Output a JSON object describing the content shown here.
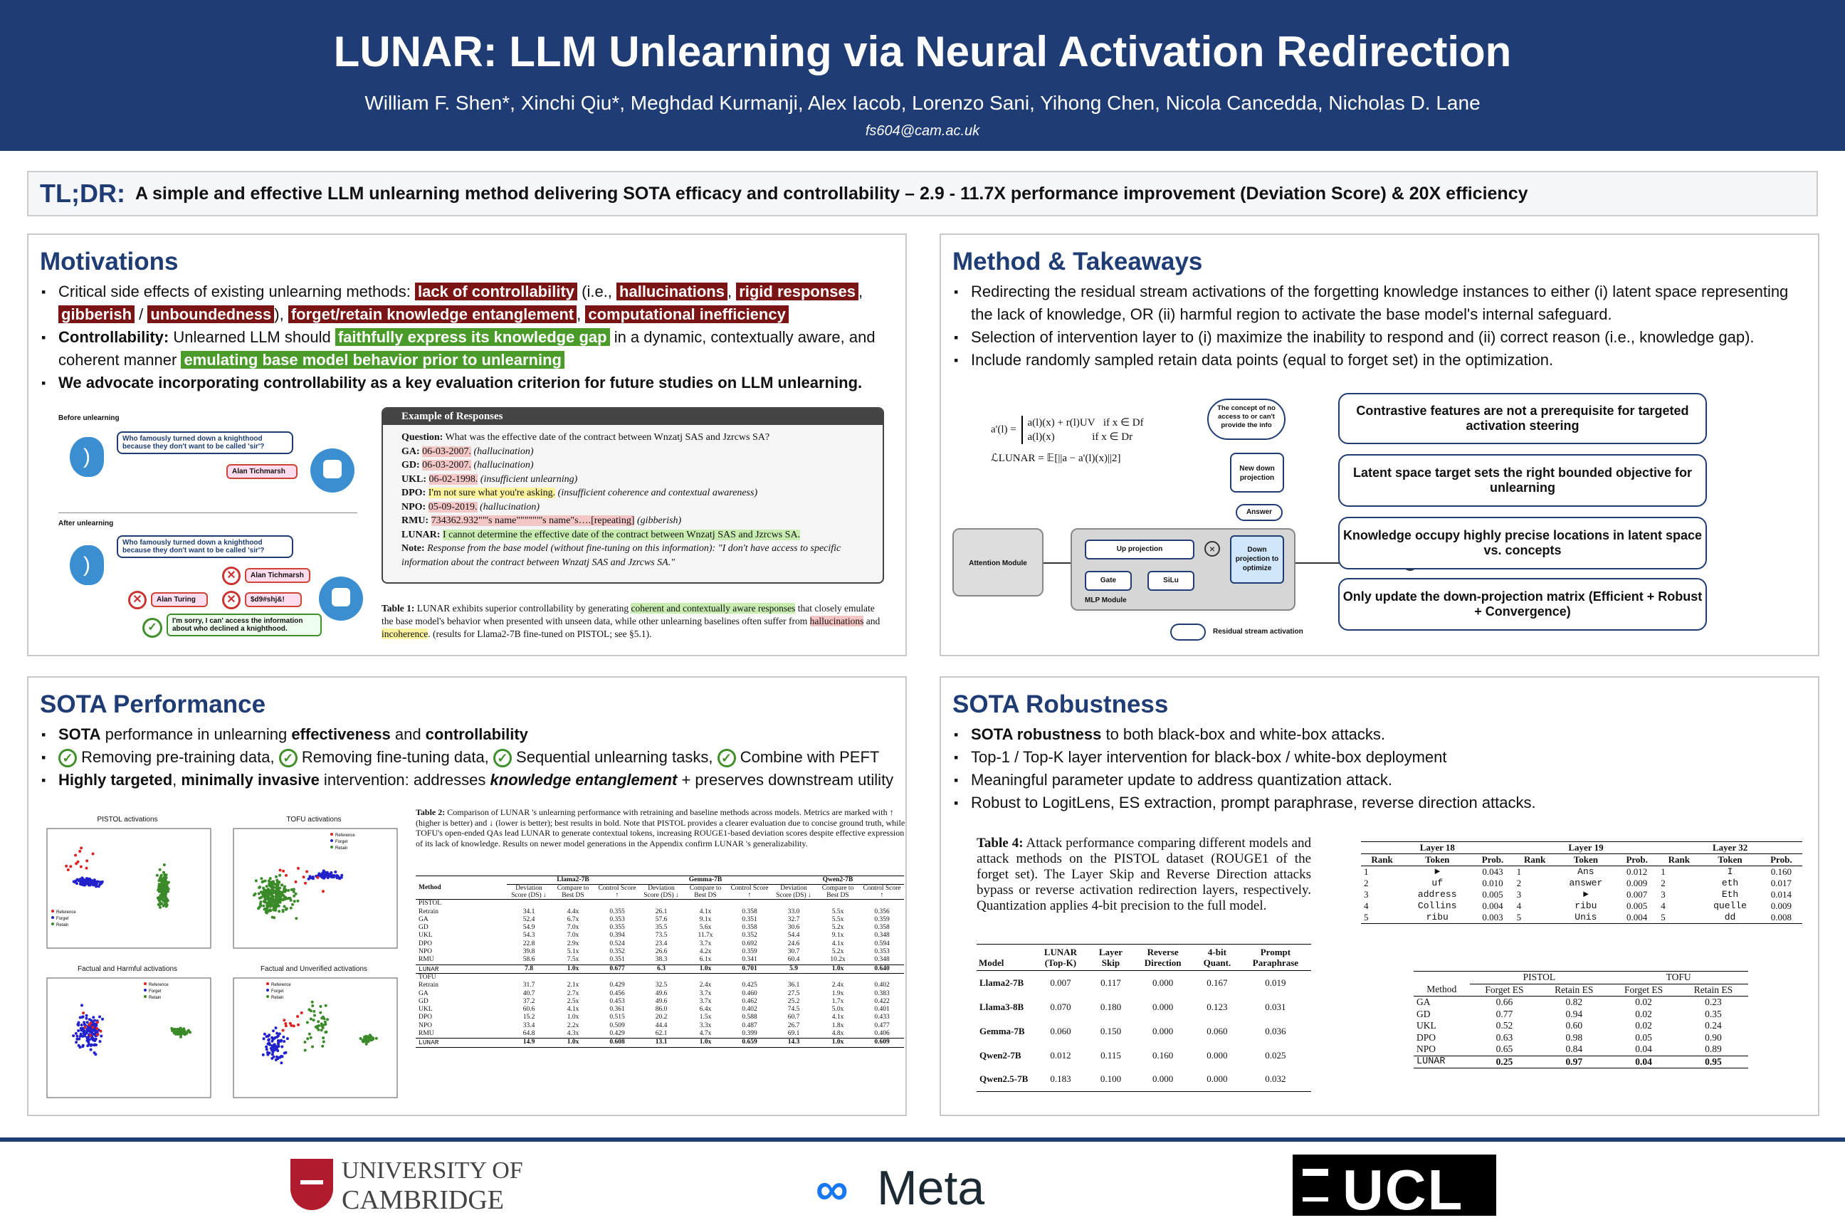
{
  "header": {
    "title": "LUNAR: LLM Unlearning via Neural Activation Redirection",
    "authors": "William F. Shen*, Xinchi Qiu*, Meghdad Kurmanji, Alex Iacob, Lorenzo Sani, Yihong Chen, Nicola Cancedda, Nicholas D. Lane",
    "email": "fs604@cam.ac.uk"
  },
  "tldr": {
    "label": "TL;DR:",
    "text": "A simple and effective LLM unlearning method delivering SOTA efficacy and controllability – 2.9 - 11.7X performance improvement (Deviation Score) & 20X efficiency"
  },
  "motivations": {
    "title": "Motivations",
    "b1": {
      "pre": "Critical side effects of existing unlearning methods: ",
      "h1": "lack of controllability",
      "m1": " (i.e., ",
      "h2": "hallucinations",
      "c1": ", ",
      "h3": "rigid responses",
      "c2": ", ",
      "h4": "gibberish",
      "c3": " / ",
      "h5": "unboundedness",
      "c4": "), ",
      "h6": "forget/retain knowledge entanglement",
      "c5": ", ",
      "h7": "computational inefficiency"
    },
    "b2": {
      "bold": "Controllability:",
      "pre": " Unlearned LLM should ",
      "g1": "faithfully express its knowledge gap",
      "mid": " in a dynamic, contextually aware, and coherent manner ",
      "g2": "emulating base model behavior prior to unlearning"
    },
    "b3": "We advocate incorporating controllability as a key evaluation criterion for future studies on LLM unlearning.",
    "fig": {
      "before": "Before unlearning",
      "after": "After unlearning",
      "question": "Who famously turned down a knighthood because they don't want to be called 'sir'?",
      "answer": "Alan Tichmarsh",
      "wrong1": "Alan Turing",
      "wrong2": "$d9#shj&!",
      "good": "I'm sorry, I can' access the information about who declined a knighthood."
    },
    "example": {
      "head": "Example of Responses",
      "question_label": "Question:",
      "question": "What was the effective date of the contract between Wnzatj SAS and Jzrcws SA?",
      "rows": [
        {
          "m": "GA:",
          "a": "06-03-2007.",
          "n": "(hallucination)"
        },
        {
          "m": "GD:",
          "a": "06-03-2007.",
          "n": "(hallucination)"
        },
        {
          "m": "UKL:",
          "a": "06-02-1998.",
          "n": "(insufficient unlearning)"
        },
        {
          "m": "DPO:",
          "a": "I'm not sure what you're asking.",
          "n": "(insufficient coherence and contextual awareness)"
        },
        {
          "m": "NPO:",
          "a": "05-09-2019.",
          "n": "(hallucination)"
        },
        {
          "m": "RMU:",
          "a": "734362.932\"\"'s name\"\"\"\"\"\"'s name\"s….[repeating]",
          "n": "(gibberish)"
        },
        {
          "m": "LUNAR:",
          "a": "I cannot determine the effective date of the contract between Wnzatj SAS and Jzrcws SA.",
          "n": ""
        }
      ],
      "note_label": "Note:",
      "note": "Response from the base model (without fine-tuning on this information): \"I don't have access to specific information about the contract between Wnzatj SAS and Jzrcws SA.\""
    },
    "caption": {
      "lab": "Table 1:",
      "p1": " LUNAR exhibits superior controllability by generating ",
      "g": "coherent and contextually aware responses",
      "p2": " that closely emulate the base model's behavior when presented with unseen data, while other unlearning baselines often suffer from ",
      "r": "hallucinations",
      "p3": " and ",
      "y": "incoherence",
      "p4": ". (results for Llama2-7B fine-tuned on PISTOL; see §5.1)."
    }
  },
  "method": {
    "title": "Method & Takeaways",
    "bullets": [
      "Redirecting the residual stream activations of the forgetting knowledge instances to either (i) latent space representing the lack of knowledge, OR (ii) harmful region to activate the base model's internal safeguard.",
      "Selection of intervention layer to (i) maximize the inability to respond and (ii) correct reason (i.e., knowledge gap).",
      "Include randomly sampled retain data points (equal to forget set) in the optimization."
    ],
    "diagram": {
      "cloud": "The concept of no access to or can't provide the info",
      "new_down": "New down projection",
      "answer": "Answer",
      "down": "Down projection to optimize",
      "attention": "Attention Module",
      "up": "Up projection",
      "gate": "Gate",
      "silu": "SiLu",
      "mlp": "MLP Module",
      "residual": "Residual stream activation",
      "eq1a": "a(l)(x) + r(l)UV",
      "eq1b": "if x ∈ Df",
      "eq2a": "a(l)(x)",
      "eq2b": "if x ∈ Dr",
      "eq_lhs": "a'(l) =",
      "loss": "ℒLUNAR = 𝔼[||a − a'(l)(x)||2]"
    },
    "boxes": [
      "Contrastive features are not a prerequisite for targeted activation steering",
      "Latent space target sets the right bounded objective for unlearning",
      "Knowledge occupy highly precise locations in latent space vs. concepts",
      "Only update the down-projection matrix (Efficient + Robust + Convergence)"
    ]
  },
  "perf": {
    "title": "SOTA Performance",
    "b1": {
      "bold1": "SOTA",
      "mid": " performance in unlearning ",
      "bold2": "effectiveness",
      "and": " and ",
      "bold3": "controllability"
    },
    "checks": [
      "Removing pre-training data,",
      "Removing fine-tuning data,",
      "Sequential unlearning tasks,",
      "Combine with PEFT"
    ],
    "b3": {
      "bold1": "Highly targeted",
      "c": ", ",
      "bold2": "minimally invasive",
      "mid": " intervention: addresses ",
      "bi": "knowledge entanglement",
      "end": " + preserves downstream utility"
    },
    "plots": [
      {
        "title": "PISTOL activations",
        "legend": [
          "Reference",
          "Forget",
          "Retain"
        ]
      },
      {
        "title": "TOFU activations",
        "legend": [
          "Reference",
          "Forget",
          "Retain"
        ]
      },
      {
        "title": "Factual and Harmful activations",
        "legend": [
          "Reference",
          "Forget",
          "Retain"
        ]
      },
      {
        "title": "Factual and Unverified activations",
        "legend": [
          "Reference",
          "Forget",
          "Retain"
        ]
      }
    ],
    "t2_caption": {
      "lab": "Table 2:",
      "text": " Comparison of LUNAR 's unlearning performance with retraining and baseline methods across models. Metrics are marked with ↑ (higher is better) and ↓ (lower is better); best results in bold. Note that PISTOL provides a clearer evaluation due to concise ground truth, while TOFU's open-ended QAs lead LUNAR to generate contextual tokens, increasing ROUGE1-based deviation scores despite effective expression of its lack of knowledge. Results on newer model generations in the Appendix confirm LUNAR 's generalizability."
    },
    "t2": {
      "models": [
        "Llama2-7B",
        "Gemma-7B",
        "Qwen2-7B"
      ],
      "method": "Method",
      "sub": [
        "Deviation Score (DS) ↓",
        "Compare to Best DS",
        "Control Score ↑"
      ],
      "pistol_label": "PISTOL",
      "tofu_label": "TOFU",
      "pistol": [
        [
          "Retrain",
          "34.1",
          "4.4x",
          "0.355",
          "26.1",
          "4.1x",
          "0.358",
          "33.0",
          "5.5x",
          "0.356"
        ],
        [
          "GA",
          "52.4",
          "6.7x",
          "0.353",
          "57.6",
          "9.1x",
          "0.351",
          "32.7",
          "5.5x",
          "0.359"
        ],
        [
          "GD",
          "54.9",
          "7.0x",
          "0.355",
          "35.5",
          "5.6x",
          "0.358",
          "30.6",
          "5.2x",
          "0.358"
        ],
        [
          "UKL",
          "54.3",
          "7.0x",
          "0.394",
          "73.5",
          "11.7x",
          "0.352",
          "54.4",
          "9.1x",
          "0.348"
        ],
        [
          "DPO",
          "22.8",
          "2.9x",
          "0.524",
          "23.4",
          "3.7x",
          "0.692",
          "24.6",
          "4.1x",
          "0.594"
        ],
        [
          "NPO",
          "39.8",
          "5.1x",
          "0.352",
          "26.6",
          "4.2x",
          "0.359",
          "30.7",
          "5.2x",
          "0.353"
        ],
        [
          "RMU",
          "58.6",
          "7.5x",
          "0.351",
          "38.3",
          "6.1x",
          "0.341",
          "60.4",
          "10.2x",
          "0.348"
        ]
      ],
      "pistol_lunar": [
        "LUNAR",
        "7.8",
        "1.0x",
        "0.677",
        "6.3",
        "1.0x",
        "0.701",
        "5.9",
        "1.0x",
        "0.640"
      ],
      "tofu": [
        [
          "Retrain",
          "31.7",
          "2.1x",
          "0.429",
          "32.5",
          "2.4x",
          "0.425",
          "36.1",
          "2.4x",
          "0.402"
        ],
        [
          "GA",
          "40.7",
          "2.7x",
          "0.456",
          "49.6",
          "3.7x",
          "0.460",
          "27.5",
          "1.9x",
          "0.383"
        ],
        [
          "GD",
          "37.2",
          "2.5x",
          "0.453",
          "49.6",
          "3.7x",
          "0.462",
          "25.2",
          "1.7x",
          "0.422"
        ],
        [
          "UKL",
          "60.6",
          "4.1x",
          "0.361",
          "86.0",
          "6.4x",
          "0.402",
          "74.5",
          "5.0x",
          "0.401"
        ],
        [
          "DPO",
          "15.2",
          "1.0x",
          "0.515",
          "20.2",
          "1.5x",
          "0.588",
          "60.7",
          "4.1x",
          "0.433"
        ],
        [
          "NPO",
          "33.4",
          "2.2x",
          "0.509",
          "44.4",
          "3.3x",
          "0.487",
          "26.7",
          "1.8x",
          "0.477"
        ],
        [
          "RMU",
          "64.8",
          "4.3x",
          "0.429",
          "62.1",
          "4.7x",
          "0.399",
          "69.1",
          "4.8x",
          "0.406"
        ]
      ],
      "tofu_lunar": [
        "LUNAR",
        "14.9",
        "1.0x",
        "0.608",
        "13.1",
        "1.0x",
        "0.659",
        "14.3",
        "1.0x",
        "0.609"
      ]
    }
  },
  "robust": {
    "title": "SOTA Robustness",
    "b1": {
      "bold": "SOTA robustness",
      "rest": " to both black-box and white-box attacks."
    },
    "bullets": [
      "Top-1 / Top-K layer intervention for black-box / white-box deployment",
      "Meaningful parameter update to address quantization attack.",
      "Robust to LogitLens, ES extraction, prompt paraphrase, reverse direction attacks."
    ],
    "t4_caption": {
      "lab": "Table 4:",
      "text": " Attack performance comparing different models and attack methods on the PISTOL dataset (ROUGE1 of the forget set). The Layer Skip and Reverse Direction attacks bypass or reverse activation redirection layers, respectively. Quantization applies 4-bit precision to the full model."
    },
    "t4": {
      "head": [
        "Model",
        "LUNAR (Top-K)",
        "Layer Skip",
        "Reverse Direction",
        "4-bit Quant.",
        "Prompt Paraphrase"
      ],
      "rows": [
        [
          "Llama2-7B",
          "0.007",
          "0.117",
          "0.000",
          "0.167",
          "0.019"
        ],
        [
          "Llama3-8B",
          "0.070",
          "0.180",
          "0.000",
          "0.123",
          "0.031"
        ],
        [
          "Gemma-7B",
          "0.060",
          "0.150",
          "0.000",
          "0.060",
          "0.036"
        ],
        [
          "Qwen2-7B",
          "0.012",
          "0.115",
          "0.160",
          "0.000",
          "0.025"
        ],
        [
          "Qwen2.5-7B",
          "0.183",
          "0.100",
          "0.000",
          "0.000",
          "0.032"
        ]
      ]
    },
    "t5": {
      "layers": [
        "Layer 18",
        "Layer 19",
        "Layer 32"
      ],
      "sub": [
        "Rank",
        "Token",
        "Prob."
      ],
      "rows": [
        [
          "1",
          "►",
          "0.043",
          "1",
          "Ans",
          "0.012",
          "1",
          "I",
          "0.160"
        ],
        [
          "2",
          "uf",
          "0.010",
          "2",
          "answer",
          "0.009",
          "2",
          "eth",
          "0.017"
        ],
        [
          "3",
          "address",
          "0.005",
          "3",
          "►",
          "0.007",
          "3",
          "Eth",
          "0.014"
        ],
        [
          "4",
          "Collins",
          "0.004",
          "4",
          "ribu",
          "0.005",
          "4",
          "quelle",
          "0.009"
        ],
        [
          "5",
          "ribu",
          "0.003",
          "5",
          "Unis",
          "0.004",
          "5",
          "dd",
          "0.008"
        ]
      ]
    },
    "t6": {
      "groups": [
        "PISTOL",
        "TOFU"
      ],
      "head": [
        "Method",
        "Forget ES",
        "Retain ES",
        "Forget ES",
        "Retain ES"
      ],
      "rows": [
        [
          "GA",
          "0.66",
          "0.82",
          "0.02",
          "0.23"
        ],
        [
          "GD",
          "0.77",
          "0.94",
          "0.02",
          "0.35"
        ],
        [
          "UKL",
          "0.52",
          "0.60",
          "0.02",
          "0.24"
        ],
        [
          "DPO",
          "0.63",
          "0.98",
          "0.05",
          "0.90"
        ],
        [
          "NPO",
          "0.65",
          "0.84",
          "0.04",
          "0.89"
        ]
      ],
      "lunar": [
        "LUNAR",
        "0.25",
        "0.97",
        "0.04",
        "0.95"
      ]
    }
  },
  "footer": {
    "cambridge1": "UNIVERSITY OF",
    "cambridge2": "CAMBRIDGE",
    "meta": "Meta",
    "ucl": "UCL"
  }
}
